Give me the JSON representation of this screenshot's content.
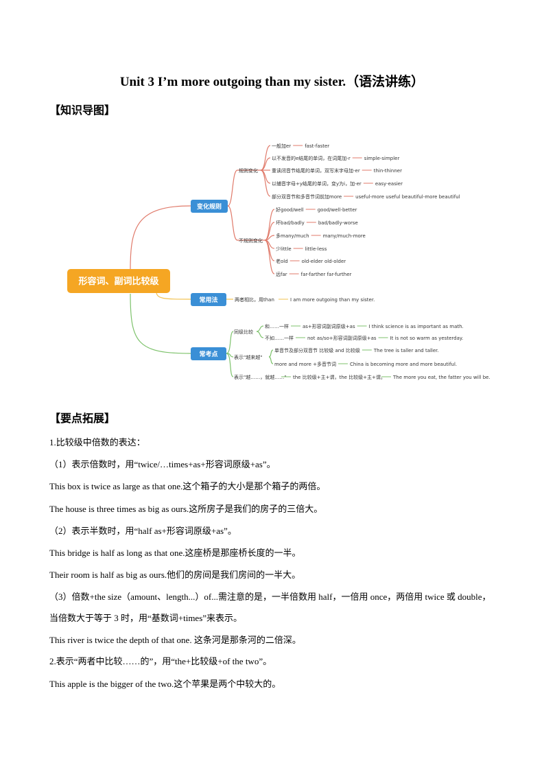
{
  "title": "Unit 3    I’m more outgoing than my sister.（语法讲练）",
  "section1": "【知识导图】",
  "section2": "【要点拓展】",
  "mindmap": {
    "root": "形容词、副词比较级",
    "colors": {
      "root": "#f5a623",
      "node": "#3a8fd6",
      "red": "#e07a6a",
      "yellow": "#f2c14e",
      "green": "#7dc26b"
    },
    "b1": {
      "label": "变化规则",
      "g1": {
        "label": "规则变化",
        "items": [
          {
            "a": "一般加er",
            "b": "fast-faster"
          },
          {
            "a": "以不发音的e结尾的单词，在词尾加-r",
            "b": "simple-simpler"
          },
          {
            "a": "重读闭音节结尾的单词，双写末字母加-er",
            "b": "thin-thinner"
          },
          {
            "a": "以辅音字母+y结尾的单词，变y为i，加-er",
            "b": "easy-easier"
          },
          {
            "a": "部分双音节和多音节词前加more",
            "b": "useful-more useful    beautiful-more beautiful"
          }
        ]
      },
      "g2": {
        "label": "不规则变化",
        "items": [
          {
            "a": "好good/well",
            "b": "good/well-better"
          },
          {
            "a": "坏bad/badly",
            "b": "bad/badly-worse"
          },
          {
            "a": "多many/much",
            "b": "many/much-more"
          },
          {
            "a": "少little",
            "b": "little-less"
          },
          {
            "a": "老old",
            "b": "old-elder    old-older"
          },
          {
            "a": "远far",
            "b": "far-farther    far-further"
          }
        ]
      }
    },
    "b2": {
      "label": "常用法",
      "a": "两者相比，用than",
      "b": "I am more outgoing than my sister."
    },
    "b3": {
      "label": "常考点",
      "g1": {
        "label": "同级比较",
        "items": [
          {
            "a": "和……一样",
            "mid": "as+形容词副词原级+as",
            "b": "I think science is as important as math."
          },
          {
            "a": "不如……一样",
            "mid": "not as/so+形容词副词原级+as",
            "b": "It is not so warm as yesterday."
          }
        ]
      },
      "g2": {
        "label": "表示\"越来越\"",
        "items": [
          {
            "a": "单音节及部分双音节 比较级 and 比较级",
            "b": "The tree is taller and taller."
          },
          {
            "a": "more and more +多音节词",
            "b": "China is becoming more and more beautiful."
          }
        ]
      },
      "g3": {
        "a": "表示\"越……，就越……\"",
        "mid": "the 比较级+主+谓，the 比较级+主+谓。",
        "b": "The more you eat, the fatter you will be."
      }
    }
  },
  "paras": [
    "1.比较级中倍数的表达：",
    "（1）表示倍数时，用“twice/…times+as+形容词原级+as”。",
    "This box is twice as large as that one.这个箱子的大小是那个箱子的两倍。",
    "The house is three times as big as ours.这所房子是我们的房子的三倍大。",
    "（2）表示半数时，用“half as+形容词原级+as”。",
    "This bridge is half as long as that one.这座桥是那座桥长度的一半。",
    "Their room is half as big as ours.他们的房间是我们房间的一半大。",
    "（3）倍数+the size（amount、length...）of...需注意的是，一半倍数用 half，一倍用 once，两倍用 twice 或 double，",
    "当倍数大于等于 3 时，用“基数词+times”来表示。",
    "This river is twice the depth of that one. 这条河是那条河的二倍深。",
    "2.表示“两者中比较……的”，用“the+比较级+of the two”。",
    "This apple is the bigger of the two.这个苹果是两个中较大的。"
  ]
}
